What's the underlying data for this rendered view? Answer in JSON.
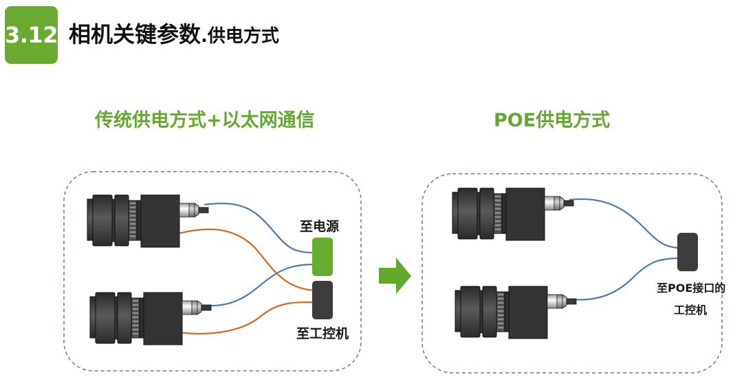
{
  "header": {
    "badge": "3.12",
    "title_main": "相机关键参数",
    "title_sub": ".供电方式"
  },
  "left_panel": {
    "title": "传统供电方式+以太网通信",
    "power_label": "至电源",
    "pc_label": "至工控机"
  },
  "right_panel": {
    "title": "POE供电方式",
    "poe_label_line1": "至POE接口的",
    "poe_label_line2": "工控机"
  },
  "colors": {
    "accent_green": "#6aaa2f",
    "title_green": "#65a830",
    "ethernet_cable": "#4a78b0",
    "power_cable": "#d2691e",
    "device_dark": "#3d3d3d",
    "panel_border": "#5a7fa8"
  },
  "icons": {
    "arrow": "right-arrow-icon",
    "camera": "industrial-camera-icon"
  }
}
